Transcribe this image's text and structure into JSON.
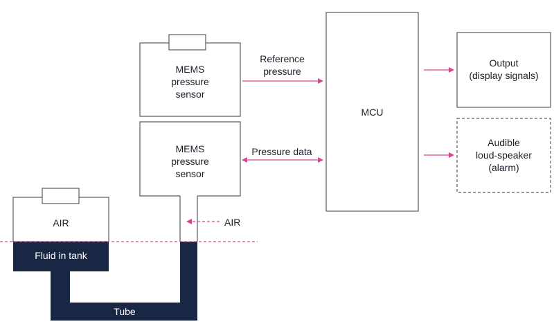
{
  "sensors": {
    "top_label": "MEMS\npressure\nsensor",
    "bottom_label": "MEMS\npressure\nsensor"
  },
  "mcu": {
    "label": "MCU"
  },
  "outputs": {
    "display_label": "Output\n(display signals)",
    "alarm_label": "Audible\nloud-speaker\n(alarm)"
  },
  "signals": {
    "reference_pressure": "Reference\npressure",
    "pressure_data": "Pressure data"
  },
  "tank": {
    "air_label": "AIR",
    "fluid_label": "Fluid in tank",
    "tube_label": "Tube",
    "air_arrow_label": "AIR"
  },
  "colors": {
    "arrow": "#d9438f",
    "fluid": "#1a2744",
    "outline": "#555a66"
  }
}
